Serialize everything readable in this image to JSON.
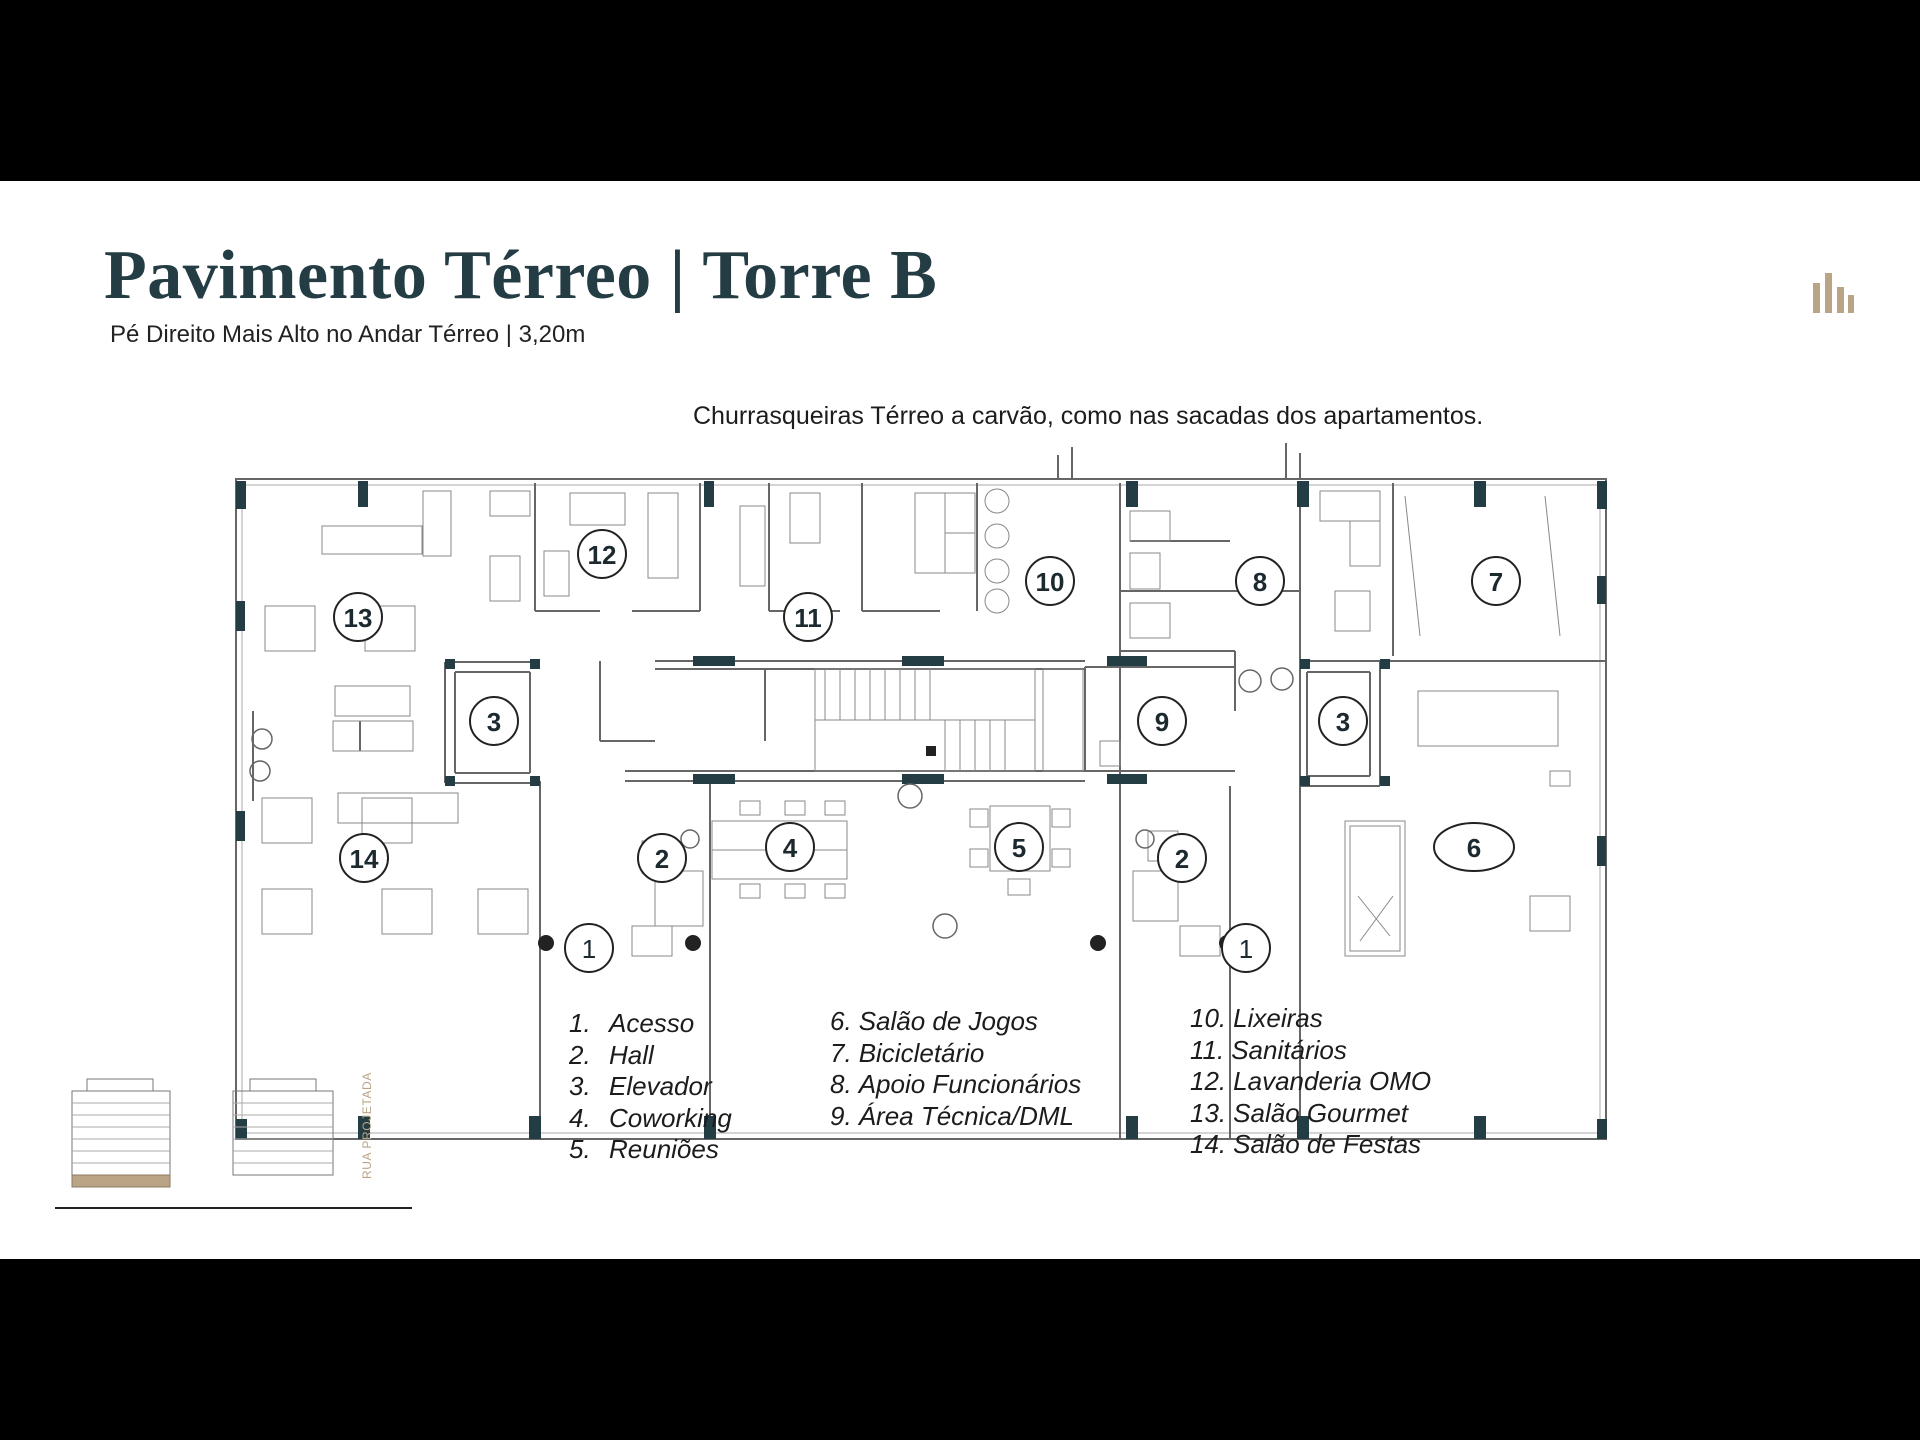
{
  "header": {
    "title": "Pavimento Térreo | Torre B",
    "subtitle": "Pé Direito Mais Alto no Andar Térreo | 3,20m"
  },
  "note": "Churrasqueiras Térreo a carvão, como nas sacadas dos apartamentos.",
  "plan_labels": {
    "l1a": "1",
    "l1b": "1",
    "l2a": "2",
    "l2b": "2",
    "l3a": "3",
    "l3b": "3",
    "l4": "4",
    "l5": "5",
    "l6": "6",
    "l7": "7",
    "l8": "8",
    "l9": "9",
    "l10": "10",
    "l11": "11",
    "l12": "12",
    "l13": "13",
    "l14": "14"
  },
  "legend": {
    "col1": [
      {
        "num": "1.",
        "label": "Acesso"
      },
      {
        "num": "2.",
        "label": "Hall"
      },
      {
        "num": "3.",
        "label": "Elevador"
      },
      {
        "num": "4.",
        "label": "Coworking"
      },
      {
        "num": "5.",
        "label": "Reuniões"
      }
    ],
    "col2": [
      {
        "num": "6.",
        "label": "Salão de Jogos"
      },
      {
        "num": "7.",
        "label": "Bicicletário"
      },
      {
        "num": "8.",
        "label": "Apoio Funcionários"
      },
      {
        "num": "9.",
        "label": "Área Técnica/DML"
      }
    ],
    "col3": [
      {
        "num": "10.",
        "label": "Lixeiras"
      },
      {
        "num": "11.",
        "label": "Sanitários"
      },
      {
        "num": "12.",
        "label": "Lavanderia OMO"
      },
      {
        "num": "13.",
        "label": "Salão Gourmet"
      },
      {
        "num": "14.",
        "label": "Salão de Festas"
      }
    ]
  },
  "site": {
    "street_label": "RUA PROJETADA"
  },
  "colors": {
    "title": "#243c44",
    "accent": "#b9a486",
    "wall": "#243c44",
    "line": "#999999"
  },
  "icons": {
    "logo": "building-logo-icon"
  }
}
